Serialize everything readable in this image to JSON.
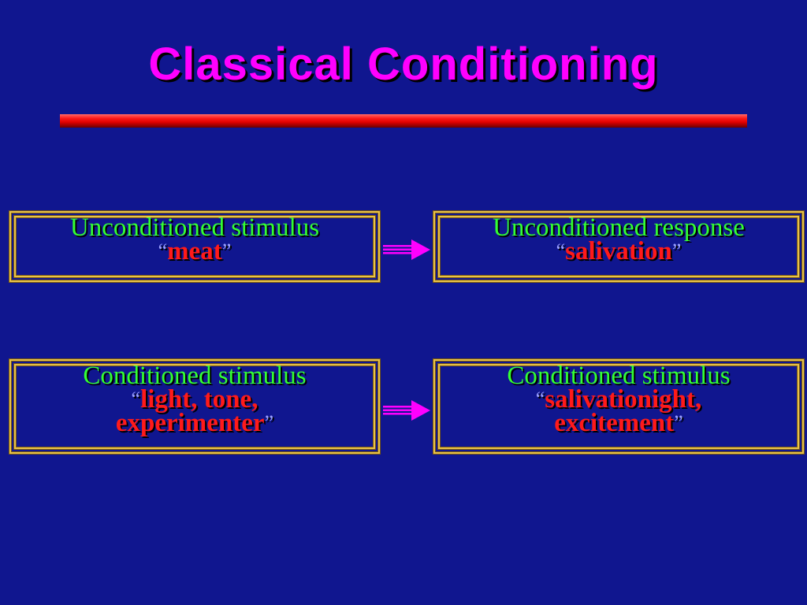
{
  "title": "Classical Conditioning",
  "colors": {
    "background": "#10168f",
    "title": "#ff00ff",
    "rule": "#ff1a1a",
    "label": "#33ff33",
    "value": "#ff1a1a",
    "frame": "#e8c24a",
    "arrow": "#ff00ff"
  },
  "rows": [
    {
      "left": {
        "label": "Unconditioned stimulus",
        "open_quote": "“",
        "value": "meat",
        "close_quote": "”"
      },
      "arrow_icon": "right-arrow-icon",
      "right": {
        "label": "Unconditioned response",
        "open_quote": "“",
        "value": "salivation",
        "close_quote": "”"
      }
    },
    {
      "left": {
        "label": "Conditioned stimulus",
        "open_quote": "“",
        "value_line1": "light, tone,",
        "value_line2": "experimenter",
        "close_quote": "”"
      },
      "arrow_icon": "right-arrow-icon",
      "right": {
        "label": "Conditioned stimulus",
        "open_quote": "“",
        "value_line1": "salivationight,",
        "value_line2": "excitement",
        "close_quote": "”"
      }
    }
  ]
}
